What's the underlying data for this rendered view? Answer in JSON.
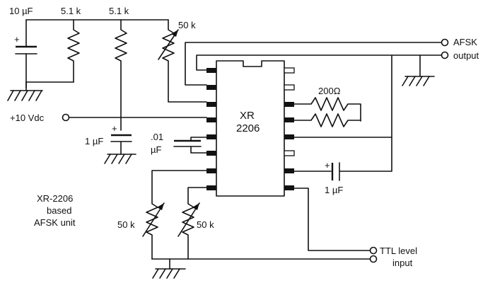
{
  "labels": {
    "cap_10uf": "10 µF",
    "r1": "5.1 k",
    "r2": "5.1 k",
    "pot_top": "50 k",
    "afsk_out_1": "AFSK",
    "afsk_out_2": "output",
    "supply": "+10 Vdc",
    "cap_1uf_left": "1 µF",
    "cap_01_line1": ".01",
    "cap_01_line2": "µF",
    "chip_line1": "XR",
    "chip_line2": "2206",
    "res_200": "200Ω",
    "cap_1uf_right": "1 µF",
    "title_line1": "XR-2206",
    "title_line2": "based",
    "title_line3": "AFSK unit",
    "pot_left": "50 k",
    "pot_right": "50 k",
    "ttl_line1": "TTL level",
    "ttl_line2": "input",
    "plus_left": "+",
    "plus_1uf": "+",
    "plus_right": "+"
  }
}
